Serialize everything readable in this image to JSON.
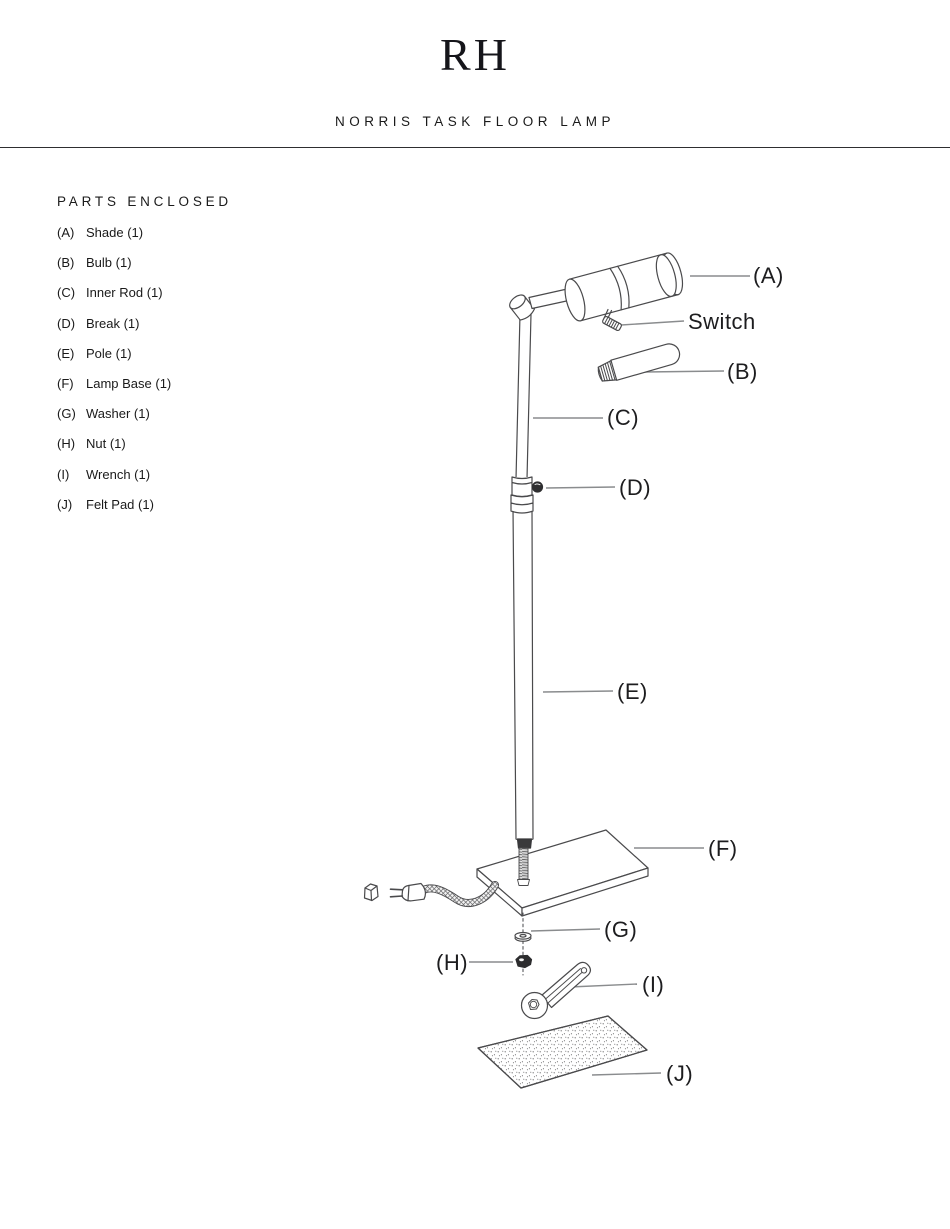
{
  "header": {
    "logo": "RH",
    "title": "NORRIS TASK FLOOR LAMP"
  },
  "parts": {
    "heading": "PARTS ENCLOSED",
    "items": [
      {
        "key": "(A)",
        "name": "Shade (1)"
      },
      {
        "key": "(B)",
        "name": "Bulb (1)"
      },
      {
        "key": "(C)",
        "name": "Inner Rod (1)"
      },
      {
        "key": "(D)",
        "name": "Break (1)"
      },
      {
        "key": "(E)",
        "name": "Pole (1)"
      },
      {
        "key": "(F)",
        "name": "Lamp Base (1)"
      },
      {
        "key": "(G)",
        "name": "Washer (1)"
      },
      {
        "key": "(H)",
        "name": "Nut (1)"
      },
      {
        "key": "(I)",
        "name": "Wrench (1)"
      },
      {
        "key": "(J)",
        "name": "Felt Pad (1)"
      }
    ]
  },
  "diagram": {
    "labels": {
      "a": "(A)",
      "switch": "Switch",
      "b": "(B)",
      "c": "(C)",
      "d": "(D)",
      "e": "(E)",
      "f": "(F)",
      "g": "(G)",
      "h": "(H)",
      "i": "(I)",
      "j": "(J)"
    },
    "colors": {
      "drawing_line": "#4a4a4c",
      "callout_line": "#8a8c8e",
      "label_text": "#1d1d1f"
    }
  }
}
